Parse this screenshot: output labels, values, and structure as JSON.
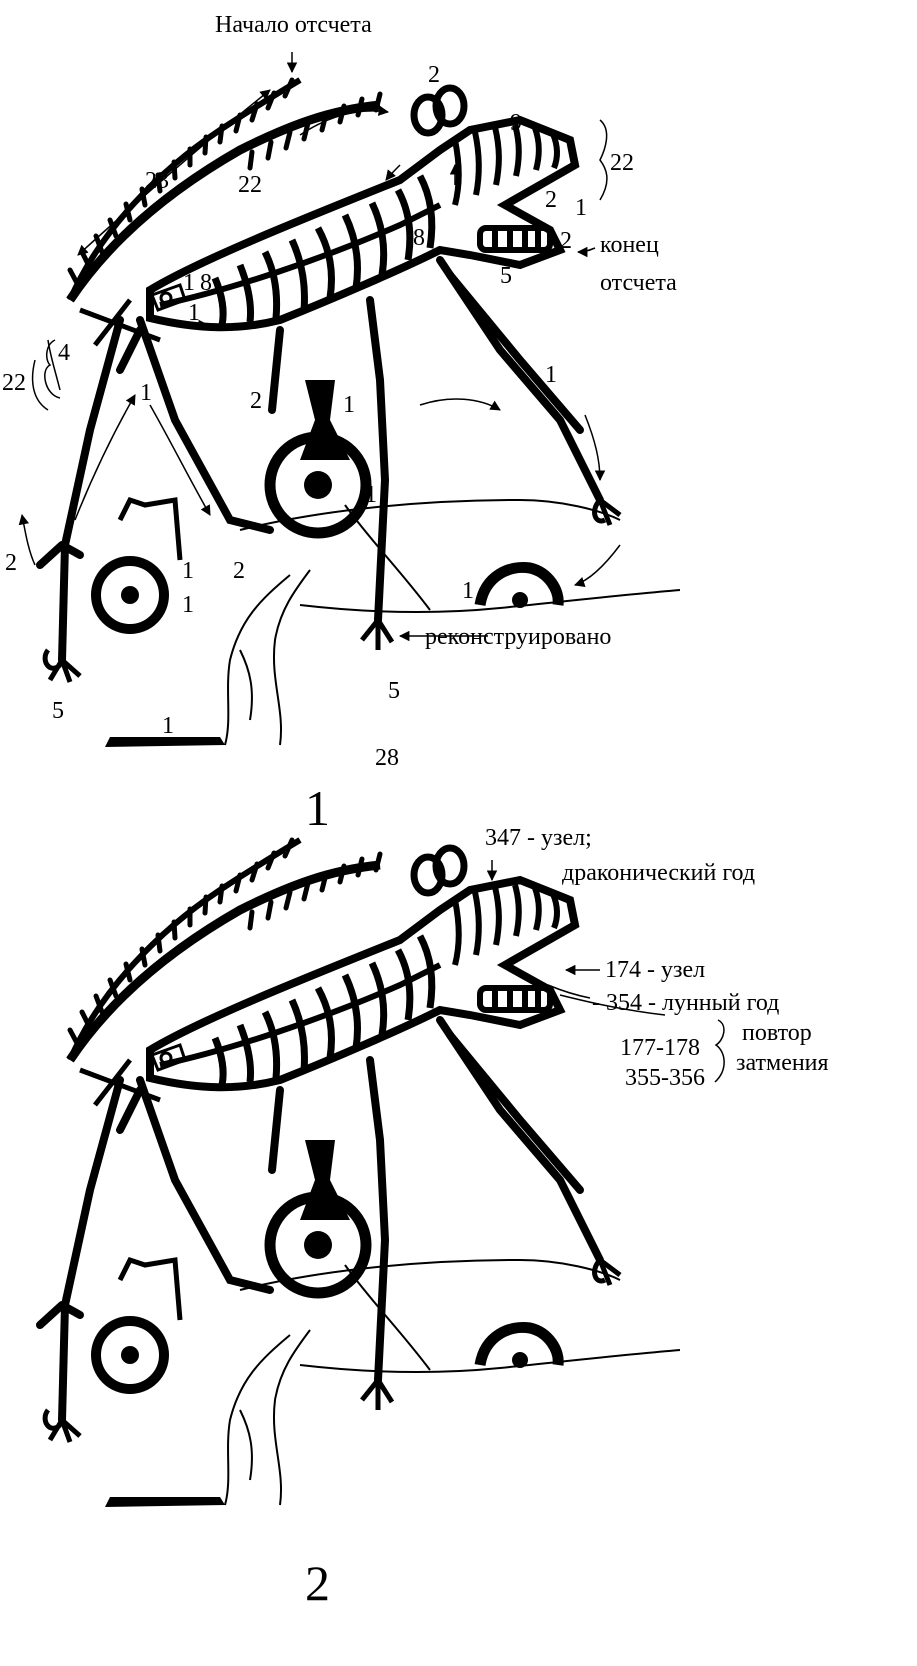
{
  "panel1": {
    "number": "1",
    "start_label": "Начало отсчета",
    "end_label_line1": "конец",
    "end_label_line2": "отсчета",
    "reconstructed_label": "реконструировано",
    "counts": {
      "spine_left": "23",
      "spine_right": "22",
      "head_right": "22",
      "ears": "2",
      "head_top": "9",
      "upper_jaw_lines": "2",
      "jaw_one": "1",
      "lower_jaw_teeth": "2",
      "lower_jaw": "5",
      "neck": "8",
      "body_one_a": "1",
      "body_eight": "8",
      "body_one_b": "1",
      "left_bracket_outer": "22",
      "left_bracket_inner": "4",
      "front_leg_top": "1",
      "mid_leg_two": "2",
      "mid_leg_one": "1",
      "hind_leg_one": "1",
      "hind_claw": "1",
      "left_foot_two": "2",
      "left_foot_five": "5",
      "small_circle_one_a": "1",
      "small_circle_one_b": "1",
      "center_leg_two": "2",
      "lower_arc_one": "1",
      "reconstructed_foot": "5",
      "bottom_bar": "1",
      "bottom_total": "28"
    }
  },
  "panel2": {
    "number": "2",
    "node_347": "347 -  узел;",
    "draconic_year": "драконический год",
    "node_174": "174 - узел",
    "lunar_year": "- 354 - лунный год",
    "eclipse_values_1": "177-178",
    "eclipse_values_2": "355-356",
    "eclipse_label_1": "повтор",
    "eclipse_label_2": "затмения"
  }
}
